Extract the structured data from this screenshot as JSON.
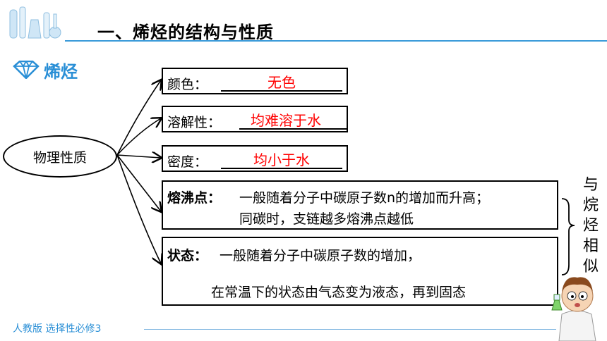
{
  "header": {
    "title": "一、烯烃的结构与性质"
  },
  "section": {
    "label": "烯烃"
  },
  "root": {
    "label": "物理性质"
  },
  "props": {
    "color": {
      "label": "颜色：",
      "answer": "无色"
    },
    "solubility": {
      "label": "溶解性：",
      "answer": "均难溶于水"
    },
    "density": {
      "label": "密度：",
      "answer": "均小于水"
    },
    "melting": {
      "label": "熔沸点：",
      "line1": "一般随着分子中碳原子数n的增加而升高；",
      "line2": "同碳时，支链越多熔沸点越低"
    },
    "state": {
      "label": "状态：",
      "line1": "一般随着分子中碳原子数的增加，",
      "line2": "在常温下的状态由气态变为液态，再到固态"
    }
  },
  "similar": {
    "chars": [
      "与",
      "烷",
      "烃",
      "相",
      "似"
    ]
  },
  "footer": {
    "text": "人教版 选择性必修3"
  },
  "colors": {
    "accent": "#2a8fd6",
    "answer": "#ff0000"
  }
}
